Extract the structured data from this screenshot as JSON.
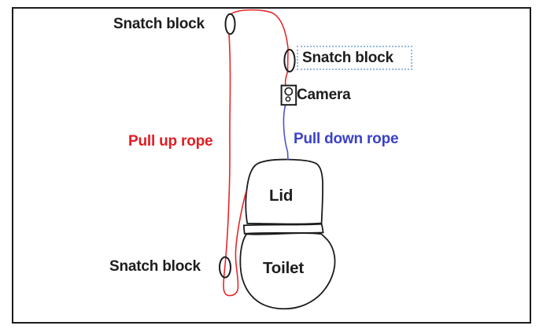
{
  "figure": {
    "title": "Toilet lid rope-and-pulley rig diagram",
    "labels": {
      "snatch_block_top": "Snatch block",
      "snatch_block_right": "Snatch block",
      "snatch_block_bottom": "Snatch block",
      "camera": "Camera",
      "pull_up_rope": "Pull up rope",
      "pull_down_rope": "Pull down rope",
      "lid": "Lid",
      "toilet": "Toilet"
    },
    "colors": {
      "pull_up_rope": "#e11d23",
      "pull_down_rope": "#3a41c8",
      "outline": "#1c1c1c",
      "selection_border": "#92b9e4",
      "background": "#ffffff"
    },
    "icons": {
      "pulley_top": "pulley-oval-icon",
      "pulley_right": "pulley-oval-icon",
      "pulley_bottom": "pulley-oval-icon",
      "camera": "camera-box-icon"
    }
  }
}
